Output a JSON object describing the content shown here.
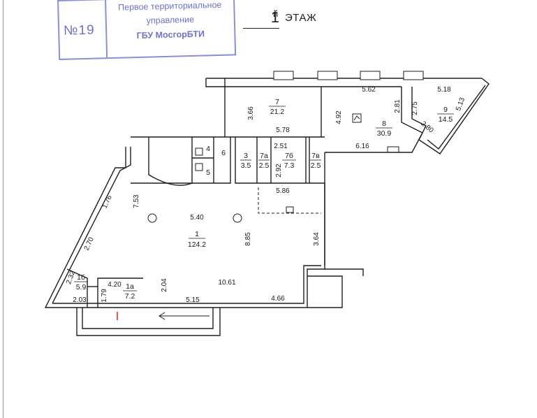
{
  "stamp": {
    "number": "№19",
    "line1": "Первое территориальное",
    "line2": "управление",
    "line3": "ГБУ МосгорБТИ",
    "color": "#6e72c8"
  },
  "floor": {
    "number": "1",
    "suffix": "й",
    "word": "ЭТАЖ"
  },
  "rooms": [
    {
      "id": "room-1",
      "number": "1",
      "area": "124.2"
    },
    {
      "id": "room-1a",
      "number": "1а",
      "area": "7.2"
    },
    {
      "id": "room-1b",
      "number": "1б",
      "area": "5.9"
    },
    {
      "id": "room-3",
      "number": "3",
      "area": "3.5"
    },
    {
      "id": "room-4",
      "number": "4",
      "area": ""
    },
    {
      "id": "room-5",
      "number": "5",
      "area": ""
    },
    {
      "id": "room-6",
      "number": "6",
      "area": ""
    },
    {
      "id": "room-7",
      "number": "7",
      "area": "21.2"
    },
    {
      "id": "room-7a",
      "number": "7а",
      "area": "2.5"
    },
    {
      "id": "room-7b",
      "number": "7б",
      "area": "7.3"
    },
    {
      "id": "room-7v",
      "number": "7в",
      "area": "2.5"
    },
    {
      "id": "room-8",
      "number": "8",
      "area": "30.9"
    },
    {
      "id": "room-9",
      "number": "9",
      "area": "14.5"
    }
  ],
  "dimensions": [
    "3.66",
    "5.78",
    "4.92",
    "5.62",
    "2.81",
    "2.75",
    "5.18",
    "5.13",
    "2.80",
    "6.16",
    "2.51",
    "2.92",
    "5.86",
    "7.53",
    "1.76",
    "5.40",
    "8.85",
    "3.64",
    "2.70",
    "2.32",
    "4.20",
    "2.04",
    "10.61",
    "1.79",
    "5.15",
    "4.66",
    "2.03"
  ]
}
